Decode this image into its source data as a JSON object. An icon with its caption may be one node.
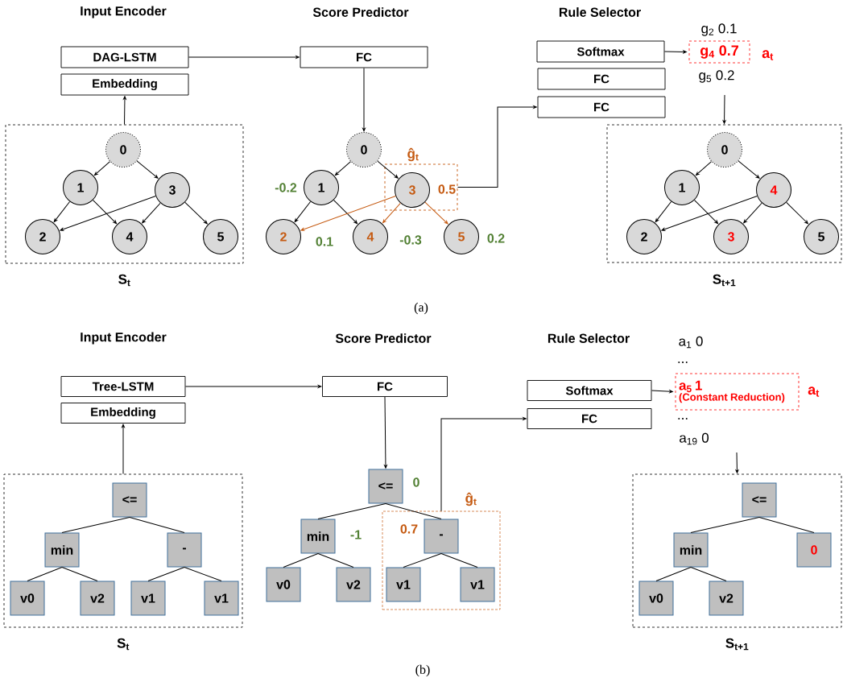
{
  "diagram": {
    "nodes": [
      {
        "text": [
          "DAG-LSTM"
        ]
      },
      {
        "text": [
          "Embedding"
        ]
      },
      {
        "text": [
          "S$_{t}$"
        ]
      },
      {
        "text": [
          "0"
        ],
        "in": 2
      },
      {
        "text": [
          "1"
        ],
        "in": 2
      },
      {
        "text": [
          "3"
        ],
        "in": 2
      },
      {
        "text": [
          "2"
        ],
        "in": 2
      },
      {
        "text": [
          "4"
        ],
        "in": 2
      },
      {
        "text": [
          "5"
        ],
        "in": 2
      },
      {
        "text": [
          "FC"
        ]
      },
      {
        "text": [
          "0"
        ]
      },
      {
        "text": [
          "1"
        ],
        "beside": [
          "-0.2"
        ]
      },
      {
        "text": [
          "ĝ$_{t}$"
        ]
      },
      {
        "text": [
          "3"
        ],
        "in": 12,
        "beside": [
          "0.5"
        ]
      },
      {
        "text": [
          "2"
        ],
        "beside": [
          "0.1"
        ]
      },
      {
        "text": [
          "4"
        ],
        "beside": [
          "-0.3"
        ]
      },
      {
        "text": [
          "5"
        ],
        "beside": [
          "0.2"
        ]
      },
      {
        "text": [
          "Softmax"
        ]
      },
      {
        "text": [
          "FC"
        ]
      },
      {
        "text": [
          "FC"
        ]
      },
      {
        "text": [
          "g$_{4}$ 0.7"
        ],
        "beside": [
          "a$_{t}$"
        ]
      },
      {
        "text": [
          "S$_{t+1}$"
        ]
      },
      {
        "text": [
          "0"
        ],
        "in": 21
      },
      {
        "text": [
          "1"
        ],
        "in": 21
      },
      {
        "text": [
          "4"
        ],
        "in": 21
      },
      {
        "text": [
          "2"
        ],
        "in": 21
      },
      {
        "text": [
          "3"
        ],
        "in": 21
      },
      {
        "text": [
          "5"
        ],
        "in": 21
      },
      {
        "text": [
          "Tree-LSTM"
        ]
      },
      {
        "text": [
          "Embedding"
        ]
      },
      {
        "text": [
          "S$_{t}$"
        ]
      },
      {
        "text": [
          "<="
        ],
        "in": 30
      },
      {
        "text": [
          "min"
        ],
        "in": 30
      },
      {
        "text": [
          "-"
        ],
        "in": 30
      },
      {
        "text": [
          "v0"
        ],
        "in": 30
      },
      {
        "text": [
          "v2"
        ],
        "in": 30
      },
      {
        "text": [
          "v1"
        ],
        "in": 30
      },
      {
        "text": [
          "v1"
        ],
        "in": 30
      },
      {
        "text": [
          "FC"
        ]
      },
      {
        "text": [
          "<="
        ],
        "beside": [
          "0"
        ]
      },
      {
        "text": [
          "min"
        ],
        "beside": [
          "-1"
        ]
      },
      {
        "text": [
          "ĝ$_{t}$"
        ]
      },
      {
        "text": [
          "-"
        ],
        "in": 41,
        "beside": [
          "0.7"
        ]
      },
      {
        "text": [
          "v0"
        ]
      },
      {
        "text": [
          "v2"
        ]
      },
      {
        "text": [
          "v1"
        ],
        "in": 41
      },
      {
        "text": [
          "v1"
        ],
        "in": 41
      },
      {
        "text": [
          "Softmax"
        ]
      },
      {
        "text": [
          "FC"
        ]
      },
      {
        "text": [
          "a$_{5}$ 1",
          "(Constant Reduction)"
        ],
        "beside": [
          "a$_{t}$"
        ]
      },
      {
        "text": [
          "S$_{t+1}$"
        ]
      },
      {
        "text": [
          "<="
        ],
        "in": 50
      },
      {
        "text": [
          "min"
        ],
        "in": 50
      },
      {
        "text": [
          "0"
        ],
        "in": 50
      },
      {
        "text": [
          "v0"
        ],
        "in": 50
      },
      {
        "text": [
          "v2"
        ],
        "in": 50
      }
    ],
    "edges": [
      {
        "from": 2,
        "to": 1,
        "arrow": "to"
      },
      {
        "from": 0,
        "to": 9,
        "arrow": "to"
      },
      {
        "from": 9,
        "to": 10,
        "arrow": "to"
      },
      {
        "from": 3,
        "to": 4,
        "arrow": "to"
      },
      {
        "from": 3,
        "to": 5,
        "arrow": "to"
      },
      {
        "from": 4,
        "to": 6,
        "arrow": "to"
      },
      {
        "from": 4,
        "to": 7,
        "arrow": "to"
      },
      {
        "from": 5,
        "to": 6,
        "arrow": "to"
      },
      {
        "from": 5,
        "to": 7,
        "arrow": "to"
      },
      {
        "from": 5,
        "to": 8,
        "arrow": "to"
      },
      {
        "from": 10,
        "to": 11,
        "arrow": "to"
      },
      {
        "from": 10,
        "to": 13,
        "arrow": "to"
      },
      {
        "from": 11,
        "to": 14,
        "arrow": "to"
      },
      {
        "from": 11,
        "to": 15,
        "arrow": "to"
      },
      {
        "from": 13,
        "to": 14,
        "arrow": "to",
        "color": "#c55a11"
      },
      {
        "from": 13,
        "to": 15,
        "arrow": "to",
        "color": "#c55a11"
      },
      {
        "from": 13,
        "to": 16,
        "arrow": "to",
        "color": "#c55a11"
      },
      {
        "from": 12,
        "to": 19,
        "arrow": "to"
      },
      {
        "from": 17,
        "to": 20,
        "arrow": "to"
      },
      {
        "from": null,
        "to": 21,
        "arrow": "to"
      },
      {
        "from": 22,
        "to": 23,
        "arrow": "to"
      },
      {
        "from": 22,
        "to": 24,
        "arrow": "to"
      },
      {
        "from": 23,
        "to": 25,
        "arrow": "to"
      },
      {
        "from": 23,
        "to": 26,
        "arrow": "to"
      },
      {
        "from": 24,
        "to": 25,
        "arrow": "to"
      },
      {
        "from": 24,
        "to": 26,
        "arrow": "to"
      },
      {
        "from": 24,
        "to": 27,
        "arrow": "to"
      },
      {
        "from": 30,
        "to": 29,
        "arrow": "to"
      },
      {
        "from": 28,
        "to": 38,
        "arrow": "to"
      },
      {
        "from": 38,
        "to": 39,
        "arrow": "to"
      },
      {
        "from": 31,
        "to": 32,
        "arrow": "none"
      },
      {
        "from": 31,
        "to": 33,
        "arrow": "none"
      },
      {
        "from": 32,
        "to": 34,
        "arrow": "none"
      },
      {
        "from": 32,
        "to": 35,
        "arrow": "none"
      },
      {
        "from": 33,
        "to": 36,
        "arrow": "none"
      },
      {
        "from": 33,
        "to": 37,
        "arrow": "none"
      },
      {
        "from": 39,
        "to": 40,
        "arrow": "none"
      },
      {
        "from": 39,
        "to": 42,
        "arrow": "none"
      },
      {
        "from": 40,
        "to": 43,
        "arrow": "none"
      },
      {
        "from": 40,
        "to": 44,
        "arrow": "none"
      },
      {
        "from": 42,
        "to": 45,
        "arrow": "none"
      },
      {
        "from": 42,
        "to": 46,
        "arrow": "none"
      },
      {
        "from": 41,
        "to": 48,
        "arrow": "to"
      },
      {
        "from": 47,
        "to": 49,
        "arrow": "to"
      },
      {
        "from": null,
        "to": 50,
        "arrow": "to"
      },
      {
        "from": 51,
        "to": 52,
        "arrow": "none"
      },
      {
        "from": 51,
        "to": 53,
        "arrow": "none"
      },
      {
        "from": 52,
        "to": 54,
        "arrow": "none"
      },
      {
        "from": 52,
        "to": 55,
        "arrow": "none"
      }
    ],
    "labels": [
      "Input Encoder",
      "Score Predictor",
      "Rule Selector",
      "g$_{2}$ 0.1",
      "g$_{5}$ 0.2",
      "(a)",
      "Input Encoder",
      "Score Predictor",
      "Rule Selector",
      "a$_{1}$ 0",
      "...",
      "...",
      "a$_{19}$ 0",
      "(b)"
    ]
  }
}
